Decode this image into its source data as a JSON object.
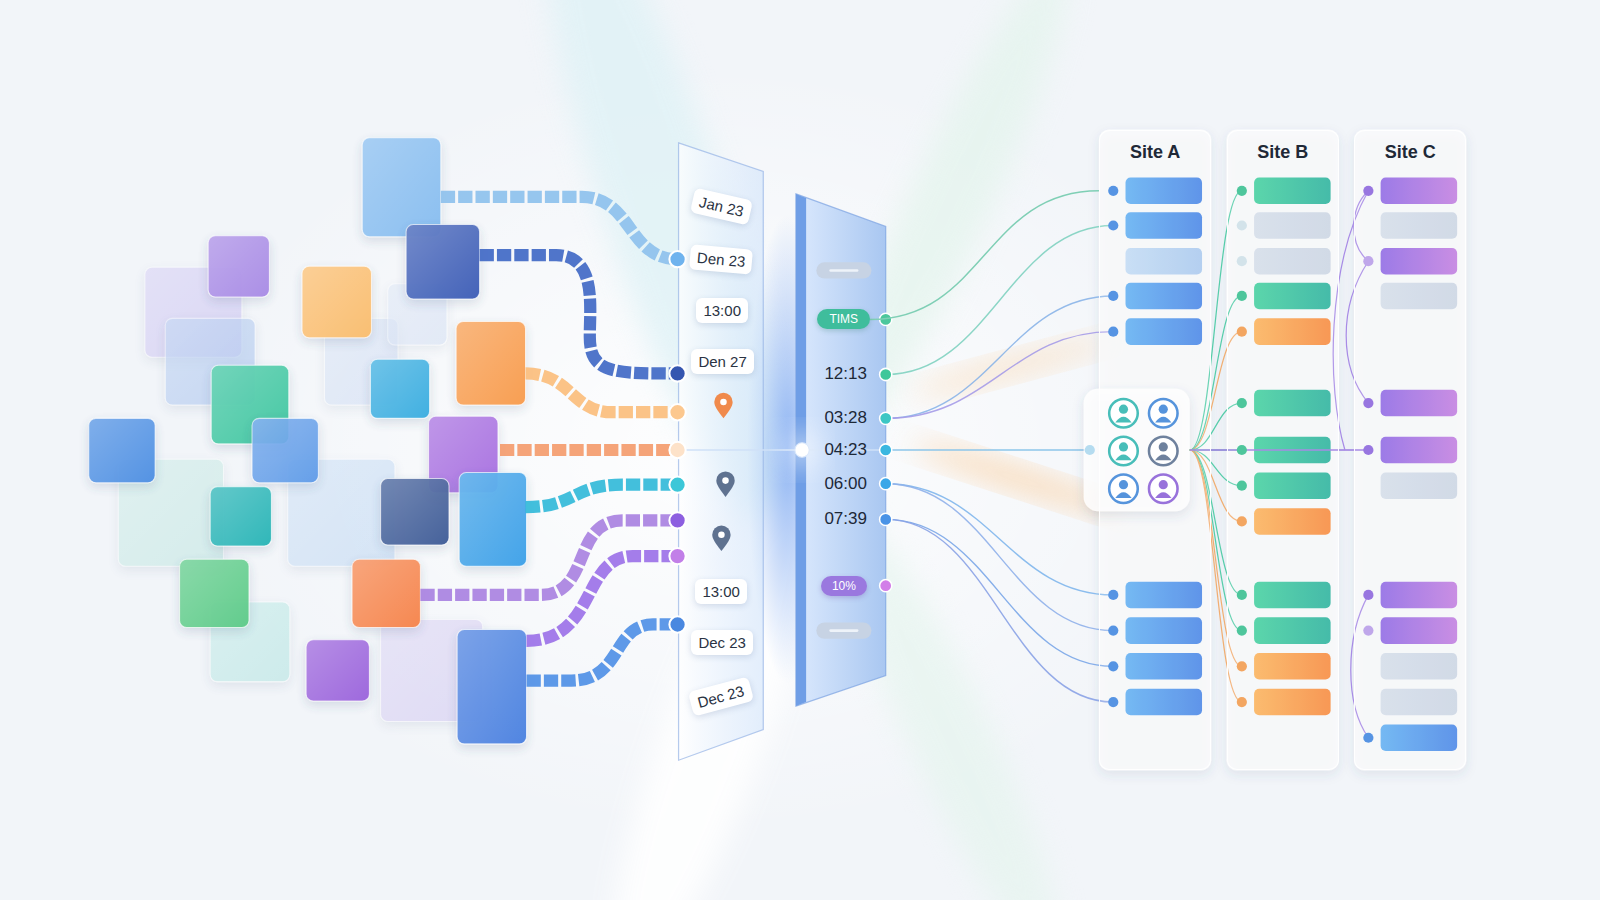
{
  "diagram": {
    "nodes": [
      {
        "text": [
          "Jan 23"
        ]
      },
      {
        "text": [
          "Den 23"
        ]
      },
      {
        "text": [
          "13:00"
        ]
      },
      {
        "text": [
          "Den 27"
        ]
      },
      {
        "text": [
          "13:00"
        ]
      },
      {
        "text": [
          "Dec 23"
        ]
      },
      {
        "text": [
          "Dec 23"
        ]
      },
      {
        "text": [
          "TIMS"
        ]
      },
      {
        "text": [
          "10%"
        ]
      },
      {
        "text": [
          "Site A"
        ]
      },
      {
        "text": [
          "Site B"
        ]
      },
      {
        "text": [
          "Site C"
        ]
      }
    ],
    "edges": [
      {
        "from": 7,
        "to": 9,
        "arrow": "none"
      }
    ],
    "labels": [
      "12:13",
      "03:28",
      "04:23",
      "06:00",
      "07:39"
    ]
  }
}
